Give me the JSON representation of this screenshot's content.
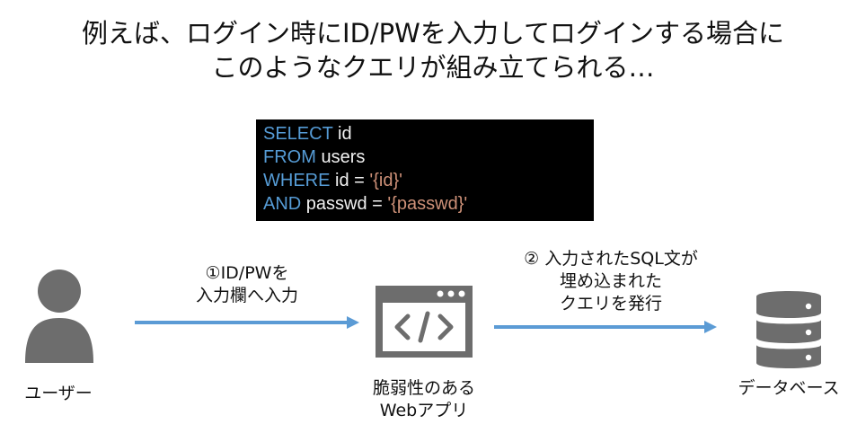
{
  "title": {
    "line1": "例えば、ログイン時にID/PWを入力してログインする場合に",
    "line2": "このようなクエリが組み立てられる…"
  },
  "code": {
    "lines": [
      {
        "kw": "SELECT",
        "txt": " id",
        "str": ""
      },
      {
        "kw": "FROM",
        "txt": " users",
        "str": ""
      },
      {
        "kw": "WHERE",
        "txt": " id = ",
        "str": "'{id}'"
      },
      {
        "kw": "AND",
        "txt": " passwd = ",
        "str": "'{passwd}'"
      }
    ],
    "colors": {
      "keyword": "#569cd6",
      "text": "#f2f2f2",
      "string": "#ce9178",
      "background": "#000000"
    }
  },
  "steps": {
    "step1": {
      "line1": "①ID/PWを",
      "line2": "入力欄へ入力"
    },
    "step2": {
      "line1": "② 入力されたSQL文が",
      "line2": "埋め込まれた",
      "line3": "クエリを発行"
    }
  },
  "nodes": {
    "user": {
      "label": "ユーザー",
      "icon": "user-icon"
    },
    "webapp": {
      "label_line1": "脆弱性のある",
      "label_line2": "Webアプリ",
      "icon": "code-window-icon"
    },
    "database": {
      "label": "データベース",
      "icon": "database-icon"
    }
  },
  "colors": {
    "icon": "#6d6d6d",
    "arrow": "#5b9bd5"
  }
}
